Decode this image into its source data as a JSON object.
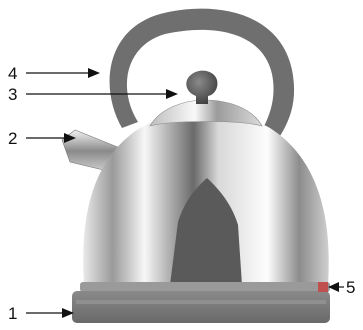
{
  "diagram": {
    "subject": "kettle",
    "callouts": [
      {
        "id": "1",
        "label": "1"
      },
      {
        "id": "2",
        "label": "2"
      },
      {
        "id": "3",
        "label": "3"
      },
      {
        "id": "4",
        "label": "4"
      },
      {
        "id": "5",
        "label": "5"
      }
    ]
  },
  "colors": {
    "handle": "#6f6f6f",
    "base": "#7a7a7a",
    "chrome_light": "#f4f4f4",
    "chrome_dark": "#3c3c3c",
    "arrow": "#111111",
    "indicator": "#c0504d"
  }
}
